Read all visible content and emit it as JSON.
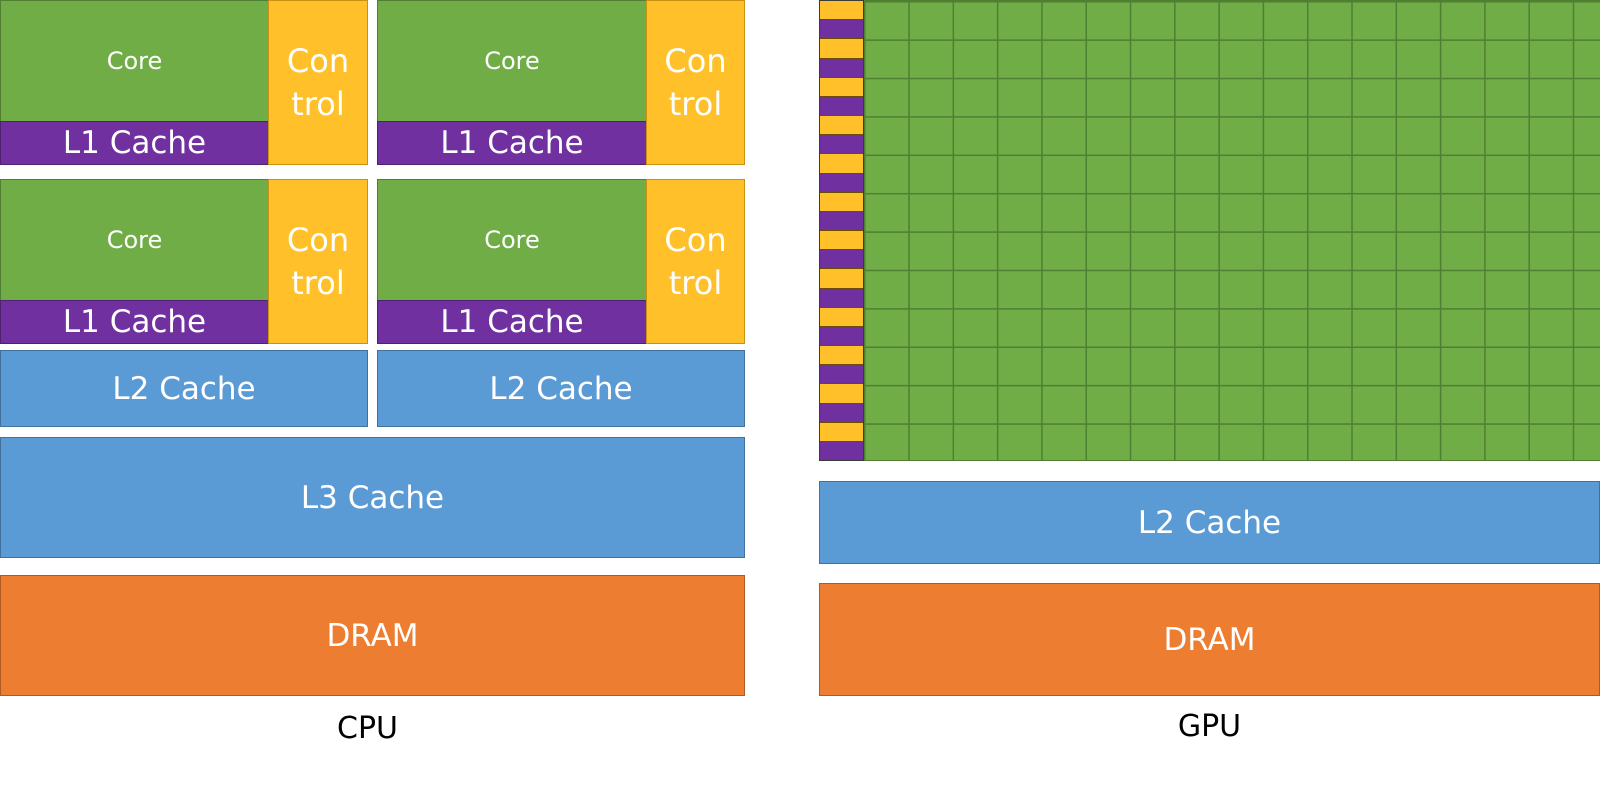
{
  "cpu": {
    "label": "CPU",
    "cores": [
      {
        "core": "Core",
        "l1": "L1 Cache",
        "control": "Con\ntrol"
      },
      {
        "core": "Core",
        "l1": "L1 Cache",
        "control": "Con\ntrol"
      },
      {
        "core": "Core",
        "l1": "L1 Cache",
        "control": "Con\ntrol"
      },
      {
        "core": "Core",
        "l1": "L1 Cache",
        "control": "Con\ntrol"
      }
    ],
    "l2": [
      "L2 Cache",
      "L2 Cache"
    ],
    "l3": "L3 Cache",
    "dram": "DRAM"
  },
  "gpu": {
    "label": "GPU",
    "l2": "L2 Cache",
    "dram": "DRAM"
  },
  "colors": {
    "core": "#70ad47",
    "l1_cache": "#7030a0",
    "control": "#ffc02a",
    "cache": "#5b9bd5",
    "dram": "#ed7d31"
  }
}
